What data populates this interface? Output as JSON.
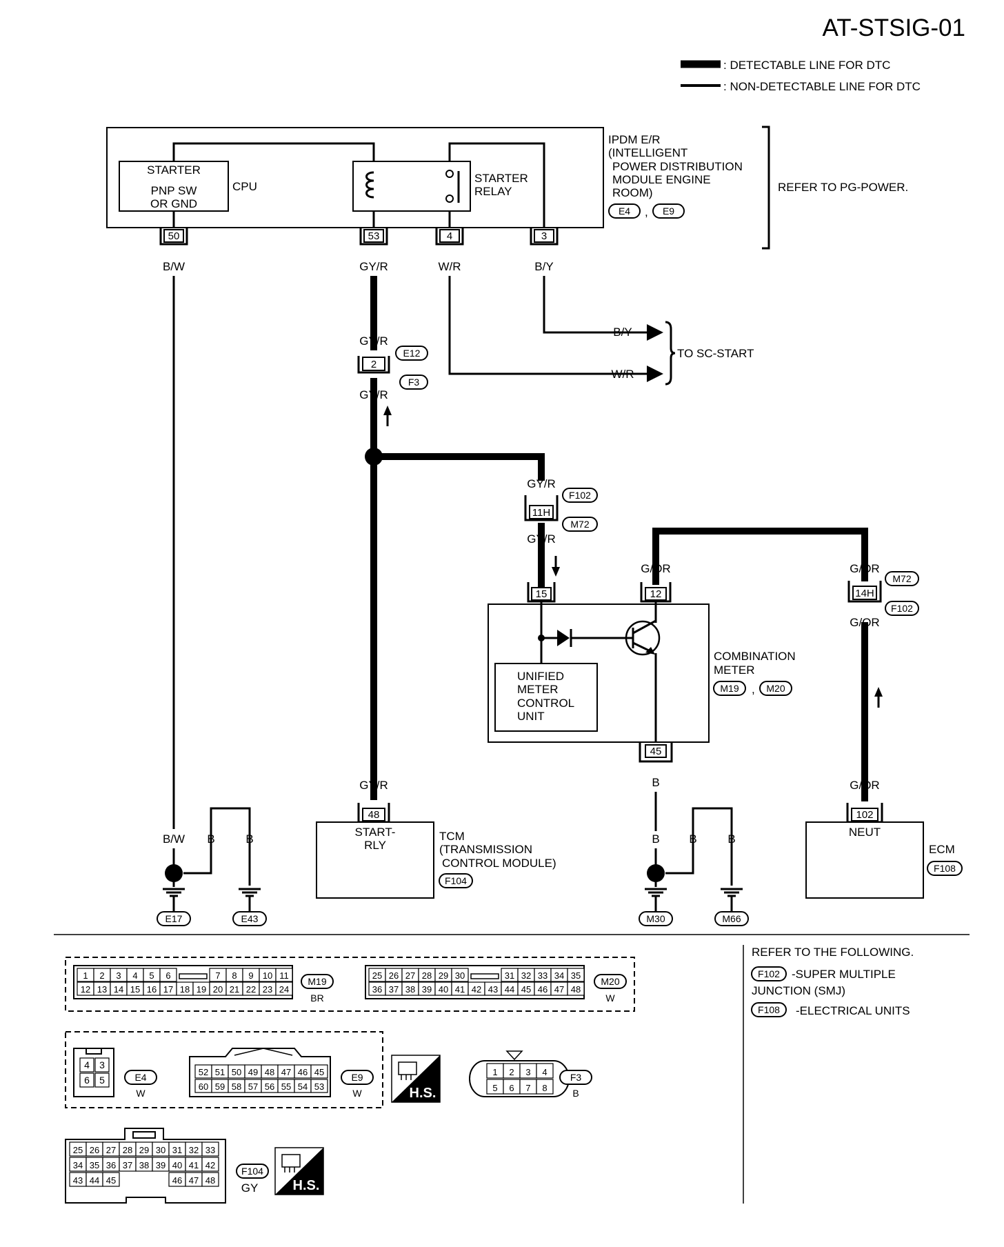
{
  "title": "AT-STSIG-01",
  "legend": {
    "detectable": ": DETECTABLE LINE FOR DTC",
    "non_detectable": ": NON-DETECTABLE LINE FOR DTC"
  },
  "ipdm": {
    "starter_lines": [
      "STARTER",
      "PNP SW",
      "OR GND"
    ],
    "cpu": "CPU",
    "relay": [
      "STARTER",
      "RELAY"
    ],
    "desc": [
      "IPDM E/R",
      "(INTELLIGENT",
      "POWER DISTRIBUTION",
      "MODULE ENGINE",
      "ROOM)"
    ],
    "connectors": [
      "E4",
      "E9"
    ],
    "comma": ",",
    "refer": "REFER TO PG-POWER.",
    "pins": [
      "50",
      "53",
      "4",
      "3"
    ],
    "wires": [
      "B/W",
      "GY/R",
      "W/R",
      "B/Y"
    ]
  },
  "sc_start": {
    "wire1": "B/Y",
    "wire2": "W/R",
    "label": "TO SC-START"
  },
  "junction1": {
    "wire_top": "GY/R",
    "pin": "2",
    "wire_bottom": "GY/R",
    "conn_top": "E12",
    "conn_bottom": "F3"
  },
  "junction2": {
    "wire_top": "GY/R",
    "pin": "11H",
    "wire_bottom": "GY/R",
    "conn_top": "F102",
    "conn_bottom": "M72"
  },
  "meter": {
    "pins": [
      "15",
      "12",
      "45"
    ],
    "wire_in": "G/OR",
    "wire_out": "B",
    "unit": [
      "UNIFIED",
      "METER",
      "CONTROL",
      "UNIT"
    ],
    "desc": [
      "COMBINATION",
      "METER"
    ],
    "connectors": [
      "M19",
      "M20"
    ],
    "comma": ","
  },
  "junction3": {
    "wire_top": "G/OR",
    "pin": "14H",
    "wire_bottom": "G/OR",
    "conn_top": "M72",
    "conn_bottom": "F102"
  },
  "tcm": {
    "wire": "GY/R",
    "pin": "48",
    "terminal": [
      "START-",
      "RLY"
    ],
    "desc": [
      "TCM",
      "(TRANSMISSION",
      "CONTROL MODULE)"
    ],
    "connector": "F104"
  },
  "ecm": {
    "wire": "G/OR",
    "pin": "102",
    "terminal": "NEUT",
    "desc": "ECM",
    "connector": "F108"
  },
  "grounds": {
    "left": {
      "w1": "B/W",
      "w2": "B",
      "w3": "B",
      "g1": "E17",
      "g2": "E43"
    },
    "right": {
      "w1": "B",
      "w2": "B",
      "w3": "B",
      "g1": "M30",
      "g2": "M66"
    }
  },
  "connector_views": {
    "m19": {
      "id": "M19",
      "color": "BR",
      "row1": [
        "1",
        "2",
        "3",
        "4",
        "5",
        "6",
        "7",
        "8",
        "9",
        "10",
        "11"
      ],
      "row2": [
        "12",
        "13",
        "14",
        "15",
        "16",
        "17",
        "18",
        "19",
        "20",
        "21",
        "22",
        "23",
        "24"
      ]
    },
    "m20": {
      "id": "M20",
      "color": "W",
      "row1": [
        "25",
        "26",
        "27",
        "28",
        "29",
        "30",
        "31",
        "32",
        "33",
        "34",
        "35"
      ],
      "row2": [
        "36",
        "37",
        "38",
        "39",
        "40",
        "41",
        "42",
        "43",
        "44",
        "45",
        "46",
        "47",
        "48"
      ]
    },
    "e4": {
      "id": "E4",
      "color": "W",
      "cells": [
        "4",
        "3",
        "6",
        "5"
      ]
    },
    "e9": {
      "id": "E9",
      "color": "W",
      "row1": [
        "52",
        "51",
        "50",
        "49",
        "48",
        "47",
        "46",
        "45"
      ],
      "row2": [
        "60",
        "59",
        "58",
        "57",
        "56",
        "55",
        "54",
        "53"
      ]
    },
    "hs": "H.S.",
    "f3": {
      "id": "F3",
      "color": "B",
      "row1": [
        "1",
        "2",
        "3",
        "4"
      ],
      "row2": [
        "5",
        "6",
        "7",
        "8"
      ]
    },
    "f104": {
      "id": "F104",
      "color": "GY",
      "row1": [
        "25",
        "26",
        "27",
        "28",
        "29",
        "30",
        "31",
        "32",
        "33"
      ],
      "row2": [
        "34",
        "35",
        "36",
        "37",
        "38",
        "39",
        "40",
        "41",
        "42"
      ],
      "row3a": [
        "43",
        "44",
        "45"
      ],
      "row3b": [
        "46",
        "47",
        "48"
      ]
    }
  },
  "refer_box": {
    "header": "REFER TO THE FOLLOWING.",
    "items": [
      {
        "conn": "F102",
        "text": [
          "-SUPER MULTIPLE",
          "JUNCTION (SMJ)"
        ]
      },
      {
        "conn": "F108",
        "text": [
          "-ELECTRICAL UNITS"
        ]
      }
    ]
  }
}
